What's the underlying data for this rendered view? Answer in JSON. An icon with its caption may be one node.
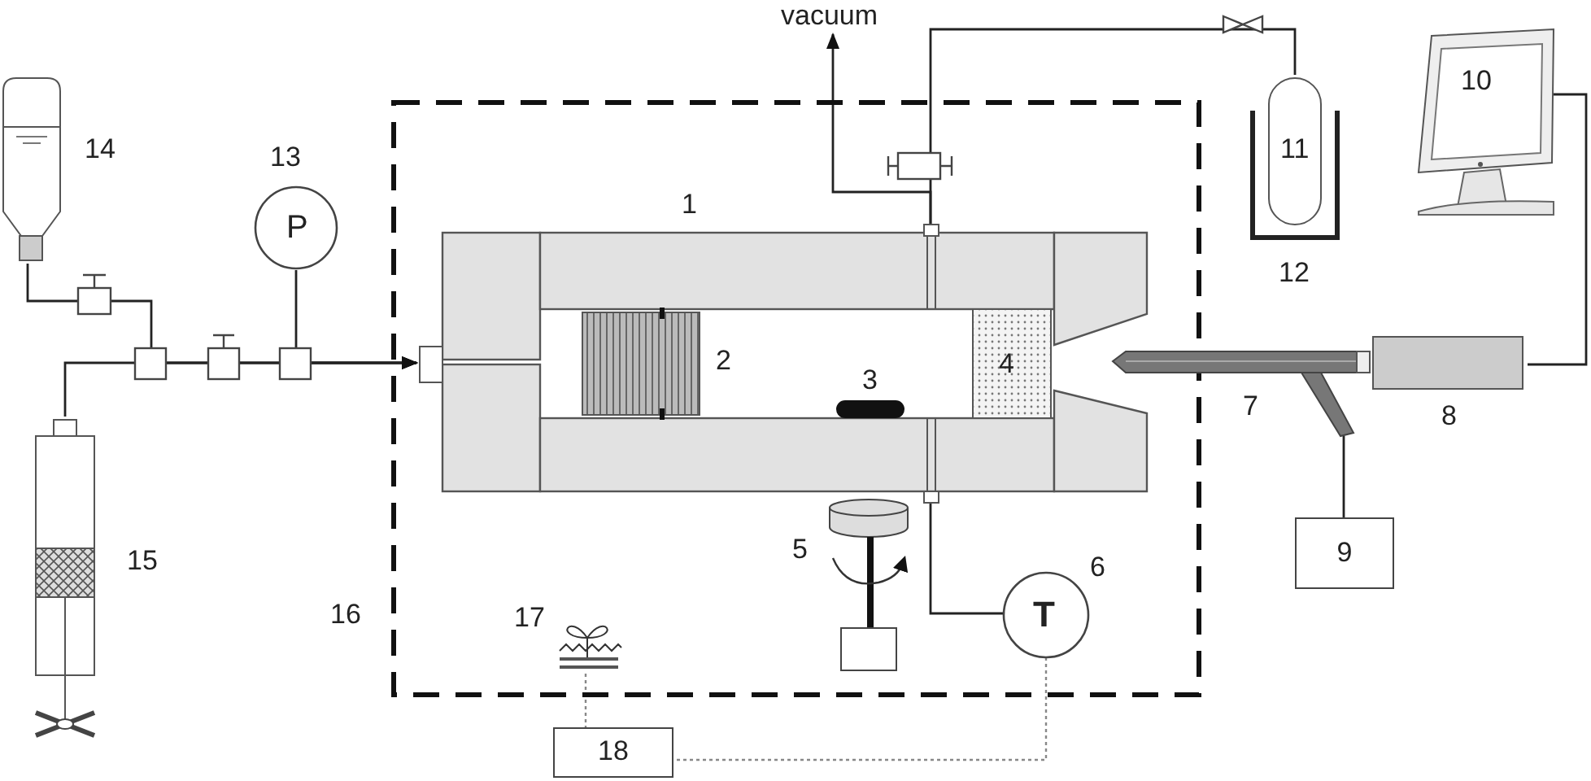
{
  "diagram": {
    "nodes": [
      {
        "text": [
          "16"
        ]
      },
      {
        "text": [
          "1"
        ],
        "in": 0
      },
      {
        "text": [
          "2"
        ],
        "in": 1
      },
      {
        "text": [
          "3"
        ],
        "in": 1
      },
      {
        "text": [
          "4"
        ],
        "in": 1
      },
      {
        "text": [
          "5"
        ],
        "in": 0
      },
      {
        "text": [
          "T"
        ],
        "beside": [
          "6"
        ],
        "in": 0
      },
      {
        "text": [
          "17"
        ],
        "in": 0
      },
      {
        "text": [
          "P"
        ],
        "beside": [
          "13"
        ]
      },
      {
        "text": [
          "14"
        ]
      },
      {
        "text": [
          "15"
        ]
      },
      {
        "text": [
          "12"
        ]
      },
      {
        "text": [
          "11"
        ],
        "in": 11
      },
      {
        "text": [
          "7"
        ]
      },
      {
        "text": [
          "8"
        ]
      },
      {
        "text": [
          "9"
        ]
      },
      {
        "text": [
          "10"
        ]
      },
      {
        "text": [
          "18"
        ]
      },
      {
        "text": [
          "vacuum"
        ]
      }
    ],
    "edges": [
      {
        "from": 10,
        "to": 1,
        "arrow": "to"
      },
      {
        "from": 9,
        "to": 1,
        "arrow": "to"
      },
      {
        "from": 8,
        "to": 1,
        "arrow": "to"
      },
      {
        "from": 1,
        "to": 18,
        "arrow": "to"
      },
      {
        "from": 12,
        "to": 1,
        "arrow": "none"
      },
      {
        "from": 6,
        "to": 1,
        "arrow": "none"
      },
      {
        "from": 6,
        "to": 17,
        "arrow": "none",
        "style": "dashed",
        "color": "#888888"
      },
      {
        "from": 7,
        "to": 17,
        "arrow": "none",
        "style": "dashed",
        "color": "#888888"
      },
      {
        "from": 15,
        "to": 13,
        "arrow": "none"
      },
      {
        "from": 14,
        "to": 16,
        "arrow": "none"
      }
    ]
  }
}
